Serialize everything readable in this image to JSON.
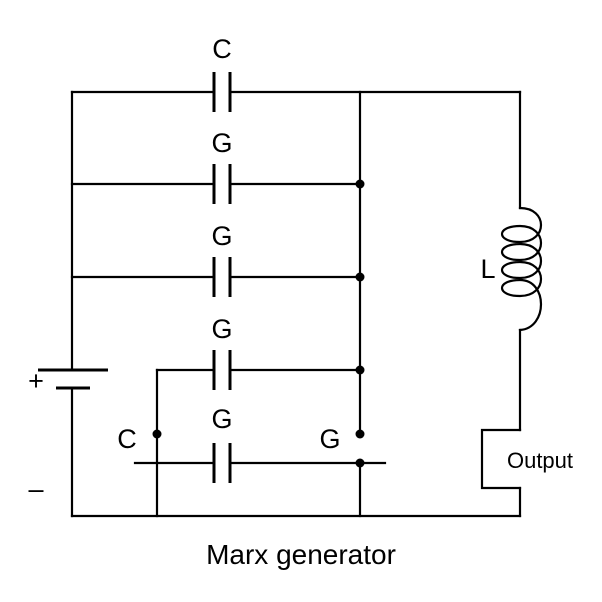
{
  "diagram": {
    "title": "Marx generator",
    "labels": {
      "top_capacitor": "C",
      "stage_1": "G",
      "stage_2": "G",
      "stage_3": "G",
      "stage_4": "G",
      "left_capacitor": "C",
      "spark_gap": "G",
      "inductor": "L",
      "battery_plus": "+",
      "battery_minus": "–",
      "output": "Output"
    }
  }
}
